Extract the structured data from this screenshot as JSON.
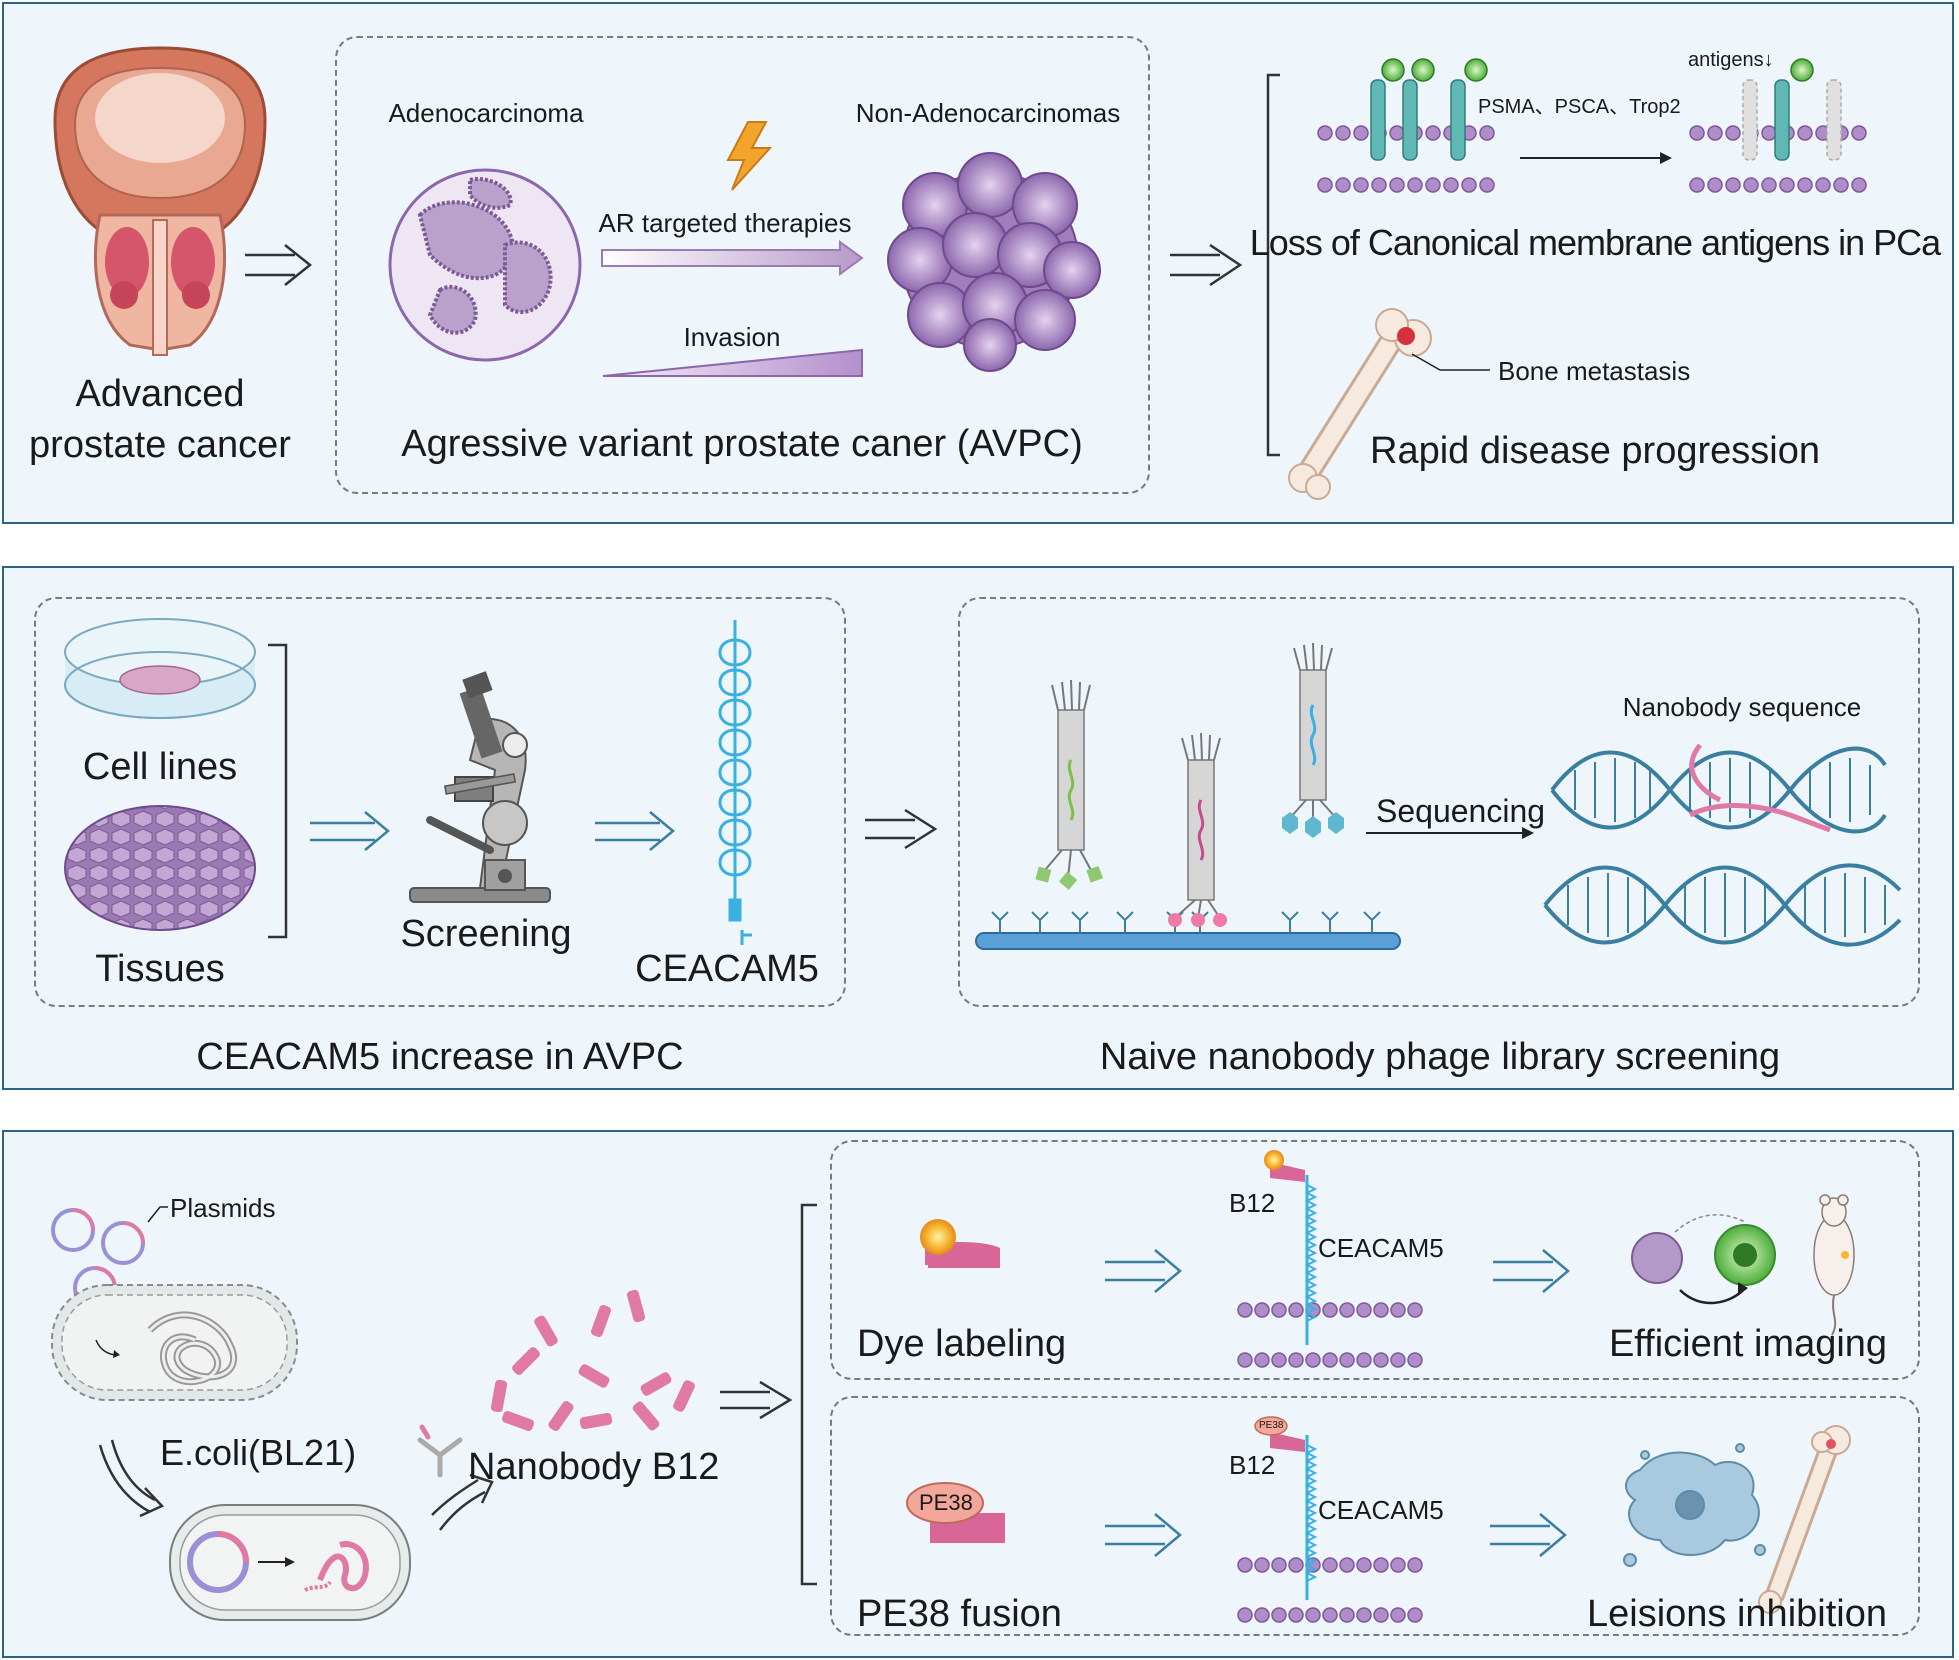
{
  "panel1": {
    "prostate_label_line1": "Advanced",
    "prostate_label_line2": "prostate cancer",
    "adenocarcinoma": "Adenocarcinoma",
    "non_adenocarcinomas": "Non-Adenocarcinomas",
    "ar_therapies": "AR targeted therapies",
    "invasion": "Invasion",
    "avpc_caption": "Agressive variant prostate caner (AVPC)",
    "antigens": "antigens↓",
    "antigen_names": "PSMA、PSCA、Trop2",
    "loss_caption": "Loss of Canonical membrane antigens in PCa",
    "bone_metastasis": "Bone metastasis",
    "rapid_progression": "Rapid disease progression"
  },
  "panel2": {
    "cell_lines": "Cell lines",
    "tissues": "Tissues",
    "screening": "Screening",
    "ceacam5": "CEACAM5",
    "left_caption": "CEACAM5 increase in AVPC",
    "nanobody_sequence": "Nanobody sequence",
    "sequencing": "Sequencing",
    "right_caption": "Naive nanobody phage library screening"
  },
  "panel3": {
    "plasmids": "Plasmids",
    "ecoli": "E.coli(BL21)",
    "nanobody_b12": "Nanobody B12",
    "dye_labeling": "Dye labeling",
    "b12_top": "B12",
    "ceacam5_top": "CEACAM5",
    "efficient_imaging": "Efficient imaging",
    "pe38": "PE38",
    "pe38_small": "PE38",
    "pe38_fusion": "PE38 fusion",
    "b12_bottom": "B12",
    "ceacam5_bottom": "CEACAM5",
    "lesions_inhibition": "Leisions inhibition"
  },
  "colors": {
    "panel_border": "#2b6380",
    "panel_fill": "#eef6fb",
    "membrane": "#a878c4",
    "ceacam5": "#3ab0e0",
    "nanobody": "#e07aa5",
    "receptor": "#5fb8b3"
  }
}
